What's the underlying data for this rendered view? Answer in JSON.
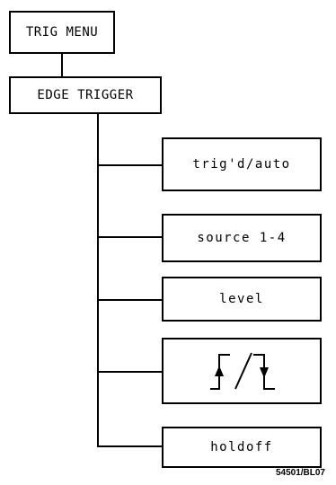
{
  "diagram": {
    "root": {
      "label": "TRIG MENU"
    },
    "mode": {
      "label": "EDGE TRIGGER"
    },
    "options": [
      {
        "label": "trig'd/auto"
      },
      {
        "label": "source 1-4"
      },
      {
        "label": "level"
      },
      {
        "label": "",
        "icon": "slope-rising-falling-icon"
      },
      {
        "label": "holdoff"
      }
    ],
    "reference": "54501/BL07"
  }
}
